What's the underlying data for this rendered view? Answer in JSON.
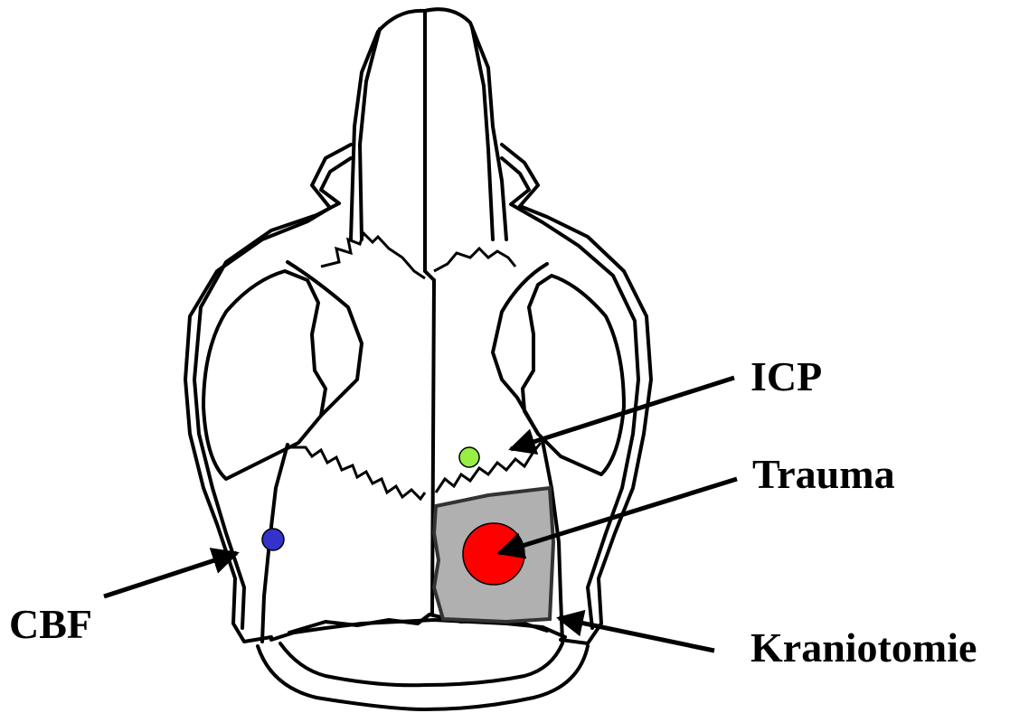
{
  "diagram": {
    "labels": {
      "icp": "ICP",
      "trauma": "Trauma",
      "cbf": "CBF",
      "craniotomy": "Kraniotomie"
    },
    "colors": {
      "icp_marker": "#99ee44",
      "cbf_marker": "#3333cc",
      "trauma_marker": "#ff0000",
      "craniotomy_fill": "#b0b0b0",
      "outline": "#000000"
    }
  }
}
